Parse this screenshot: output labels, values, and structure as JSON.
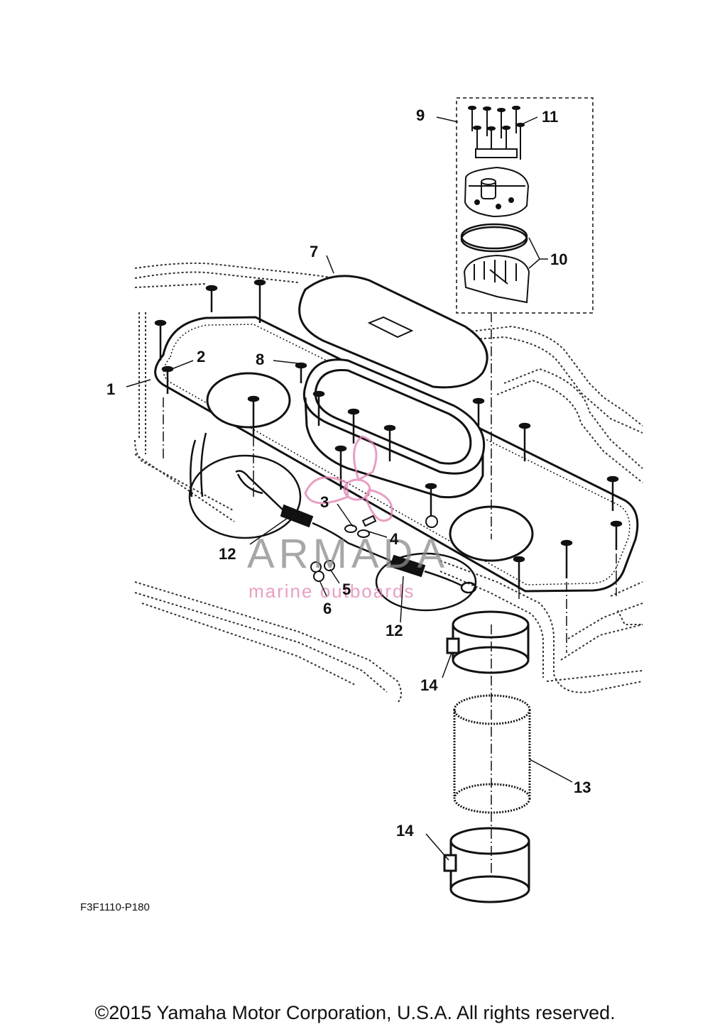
{
  "diagram": {
    "callouts": {
      "c1": "1",
      "c2": "2",
      "c3": "3",
      "c4": "4",
      "c5": "5",
      "c6": "6",
      "c7": "7",
      "c8": "8",
      "c9": "9",
      "c10": "10",
      "c11": "11",
      "c12a": "12",
      "c12b": "12",
      "c13": "13",
      "c14a": "14",
      "c14b": "14"
    },
    "reference_code": "F3F1110-P180",
    "copyright": "©2015 Yamaha Motor Corporation, U.S.A. All rights reserved."
  },
  "watermark": {
    "logo_name": "ARMADA",
    "tagline": "marine outboards",
    "color": "#e07fb0"
  },
  "colors": {
    "line": "#111111",
    "dotted": "#333333",
    "background": "#ffffff"
  }
}
